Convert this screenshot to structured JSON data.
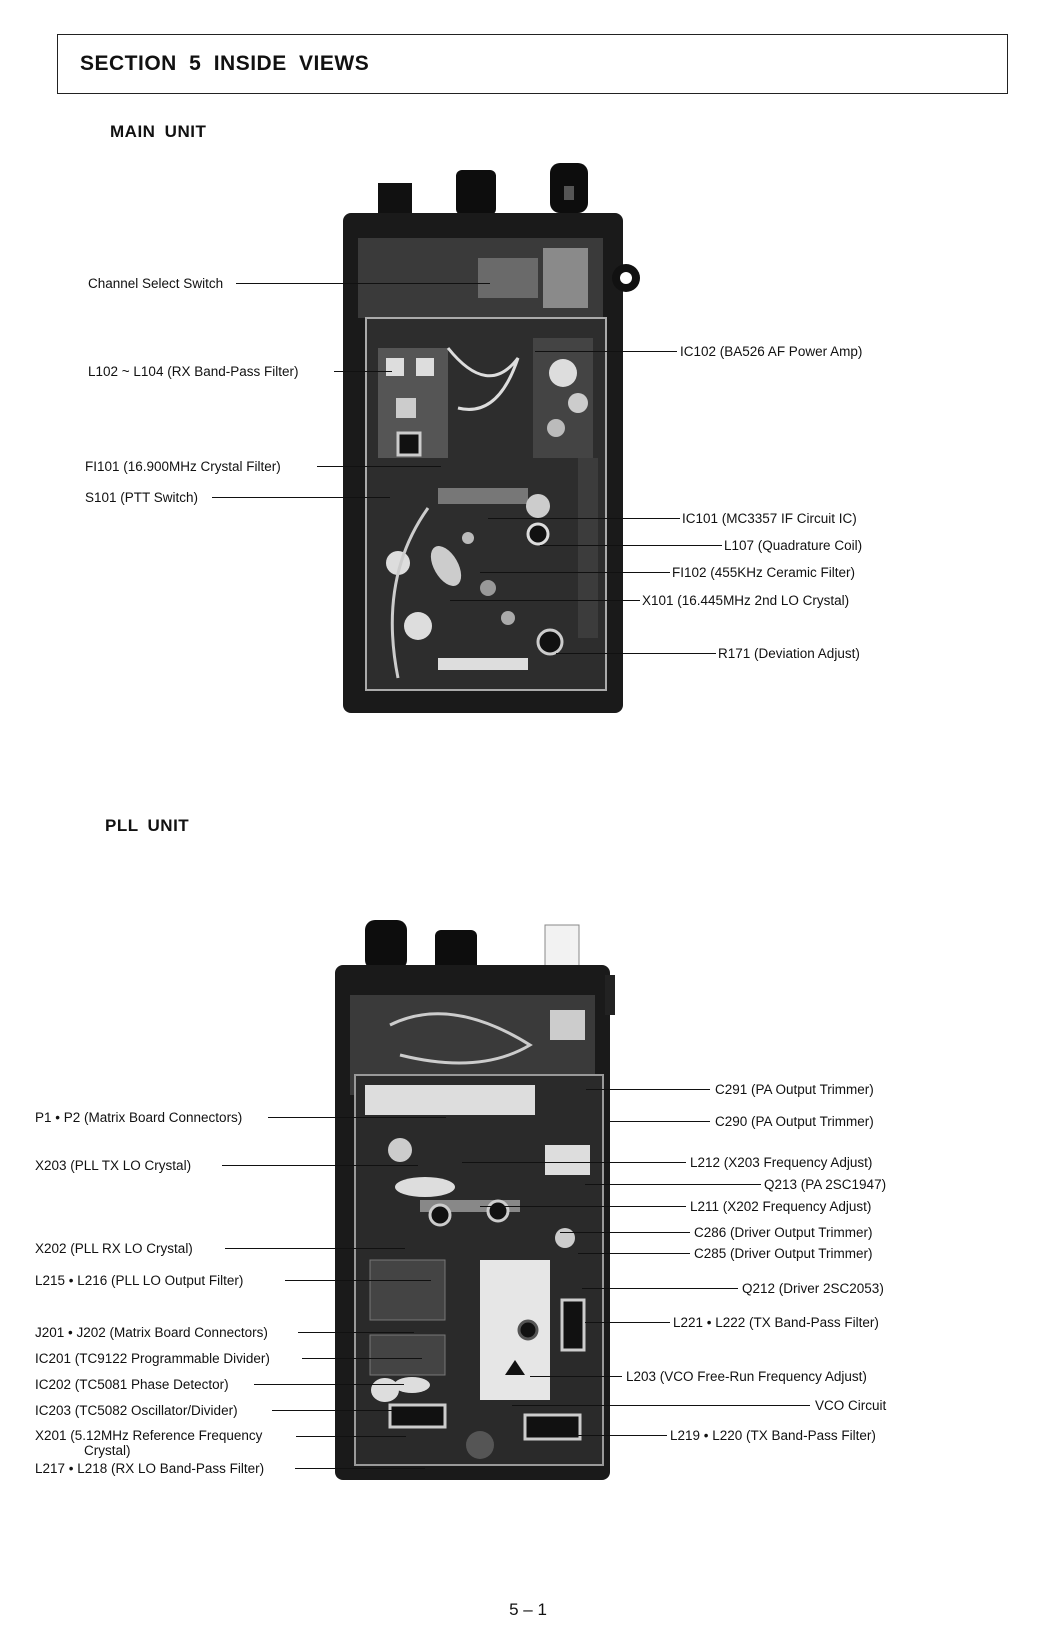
{
  "section": {
    "title": "SECTION 5  INSIDE VIEWS"
  },
  "main_unit": {
    "title": "MAIN UNIT",
    "labels_left": [
      "Channel Select Switch",
      "L102 ~ L104 (RX Band-Pass Filter)",
      "FI101 (16.900MHz Crystal Filter)",
      "S101 (PTT Switch)"
    ],
    "labels_right": [
      "IC102 (BA526 AF Power Amp)",
      "IC101 (MC3357 IF Circuit IC)",
      "L107 (Quadrature Coil)",
      "FI102 (455KHz Ceramic Filter)",
      "X101 (16.445MHz 2nd LO Crystal)",
      "R171 (Deviation Adjust)"
    ]
  },
  "pll_unit": {
    "title": "PLL UNIT",
    "labels_left": [
      "P1 • P2 (Matrix Board Connectors)",
      "X203 (PLL TX LO Crystal)",
      "X202 (PLL RX LO Crystal)",
      "L215 • L216 (PLL LO Output Filter)",
      "J201 • J202 (Matrix Board Connectors)",
      "IC201 (TC9122 Programmable Divider)",
      "IC202 (TC5081 Phase Detector)",
      "IC203 (TC5082 Oscillator/Divider)",
      "X201 (5.12MHz Reference Frequency",
      "Crystal)",
      "L217 • L218 (RX LO Band-Pass Filter)"
    ],
    "labels_right": [
      "C291 (PA Output Trimmer)",
      "C290 (PA Output Trimmer)",
      "L212 (X203 Frequency Adjust)",
      "Q213 (PA 2SC1947)",
      "L211 (X202 Frequency Adjust)",
      "C286 (Driver Output Trimmer)",
      "C285 (Driver Output Trimmer)",
      "Q212 (Driver 2SC2053)",
      "L221 • L222 (TX Band-Pass Filter)",
      "L203 (VCO Free-Run Frequency Adjust)",
      "VCO Circuit",
      "L219 • L220 (TX Band-Pass Filter)"
    ]
  },
  "footer": {
    "page_number": "5 – 1"
  }
}
